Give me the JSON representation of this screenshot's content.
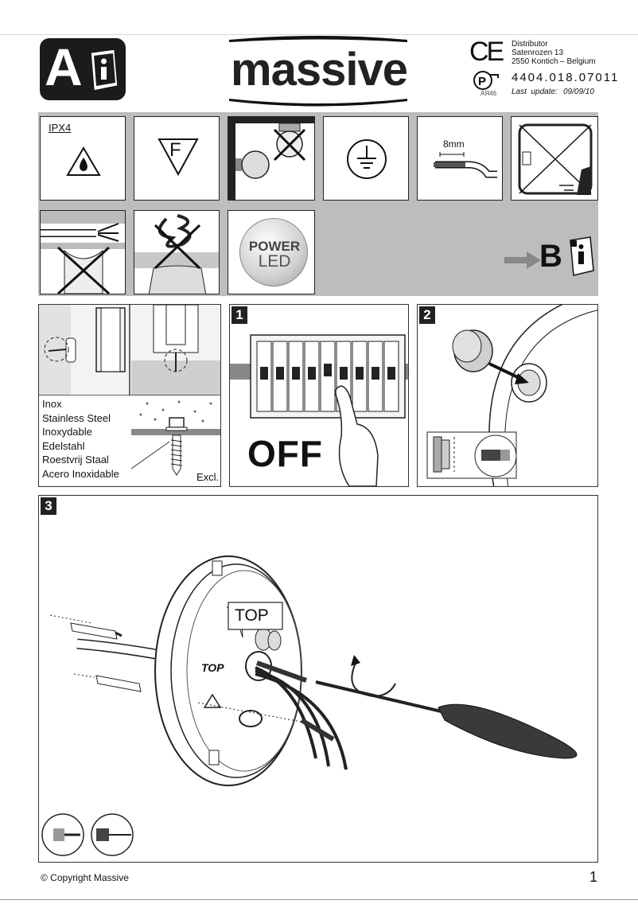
{
  "header": {
    "logo_letter": "A",
    "brand": "massive",
    "distributor": {
      "label": "Distributor",
      "street": "Satenrozen 13",
      "city": "2550 Kontich – Belgium"
    },
    "product_code": "4404.018.07011",
    "gost_code": "AЯ46",
    "last_update_label": "Last  update:",
    "last_update_value": "09/09/10",
    "ce_mark": "CE"
  },
  "icons": {
    "ipx": "IPX4",
    "f_mark": "F",
    "strip_length": "8mm",
    "power_top": "POWER",
    "power_bottom": "LED",
    "next_section": "B"
  },
  "panels": {
    "warning": {
      "badge": "!",
      "materials": [
        "Inox",
        "Stainless Steel",
        "Inoxydable",
        "Edelstahl",
        "Roestvrij Staal",
        "Acero Inoxidable"
      ],
      "excl": "Excl."
    },
    "step1": {
      "badge": "1",
      "off": "OFF"
    },
    "step2": {
      "badge": "2"
    },
    "step3": {
      "badge": "3",
      "top_callout": "TOP",
      "top_mark": "TOP"
    }
  },
  "footer": {
    "copyright": "© Copyright Massive",
    "page_number": "1"
  },
  "colors": {
    "band_grey": "#bdbdbd",
    "ink": "#111111",
    "screwdriver_handle": "#3a3a3a"
  }
}
